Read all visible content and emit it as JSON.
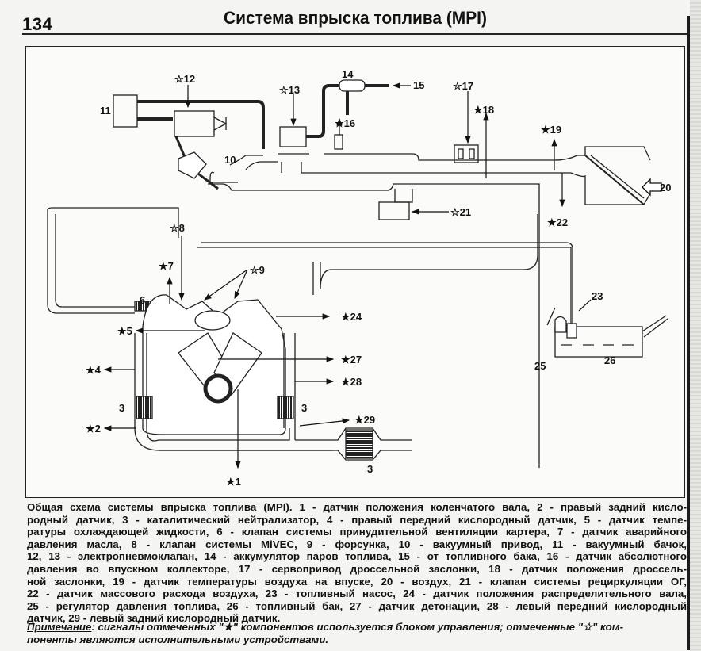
{
  "header": {
    "page_number": "134",
    "title": "Система впрыска топлива (MPI)"
  },
  "diagram": {
    "labels": {
      "l1": "★1",
      "l2": "★2",
      "l3a": "3",
      "l3b": "3",
      "l3c": "3",
      "l4": "★4",
      "l5": "★5",
      "l6": "6",
      "l7": "★7",
      "l8": "☆8",
      "l9": "☆9",
      "l10": "10",
      "l11": "11",
      "l12": "☆12",
      "l13": "☆13",
      "l14": "14",
      "l15": "15",
      "l16": "★16",
      "l17": "☆17",
      "l18": "★18",
      "l19": "★19",
      "l20": "20",
      "l21": "☆21",
      "l22": "★22",
      "l23": "23",
      "l24": "★24",
      "l25": "25",
      "l26": "26",
      "l27": "★27",
      "l28": "★28",
      "l29": "★29"
    }
  },
  "caption": {
    "lines": [
      "Общая схема системы впрыска топлива (MPI). 1 - датчик положения коленчатого вала, 2 - правый задний кисло-",
      "родный датчик, 3 - каталитический нейтрализатор, 4 - правый передний кислородный датчик, 5 - датчик темпе-",
      "ратуры охлаждающей жидкости, 6 - клапан системы принудительной вентиляции картера, 7 - датчик аварийного",
      "давления масла, 8 - клапан системы MiVEC, 9 - форсунка, 10 - вакуумный привод, 11 - вакуумный бачок,",
      "12, 13 - электропневмоклапан, 14 - аккумулятор паров топлива, 15 - от топливного бака, 16 - датчик абсолютного",
      "давления во впускном коллекторе, 17 - сервопривод дроссельной заслонки, 18 - датчик положения дроссель-",
      "ной заслонки, 19 - датчик температуры воздуха на впуске, 20 - воздух, 21 - клапан системы рециркуляции ОГ,",
      "22 - датчик массового расхода воздуха, 23 - топливный насос, 24 - датчик положения распределительного вала,",
      "25 - регулятор давления топлива, 26 - топливный бак, 27 - датчик детонации, 28 - левый передний кислородный",
      "датчик, 29 - левый задний кислородный датчик."
    ]
  },
  "note": {
    "label": "Примечание",
    "line1": ": сигналы отмеченных \"★\" компонентов используется блоком управления; отмеченные \"☆\" ком-",
    "line2": "поненты являются исполнительными устройствами."
  }
}
